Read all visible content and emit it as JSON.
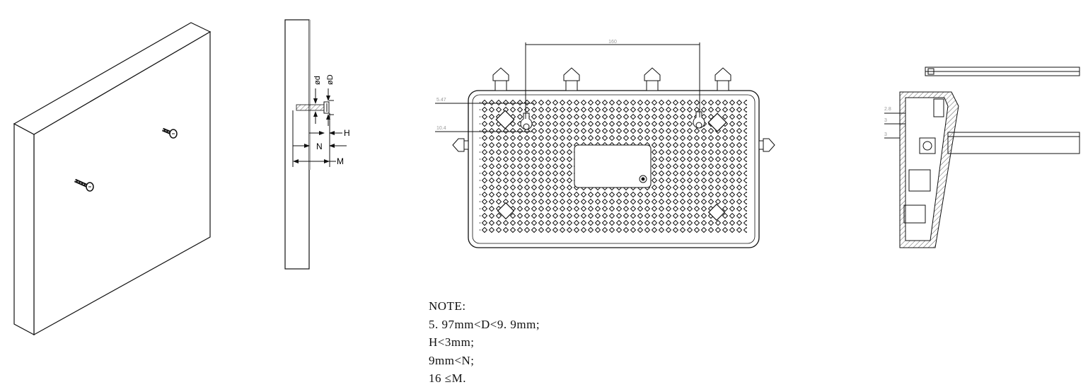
{
  "side_profile": {
    "labels": {
      "d": "ød",
      "D": "øD",
      "H": "H",
      "N": "N",
      "M": "M"
    }
  },
  "bottom_view": {
    "dim_width": "160",
    "dim_top_offset": "5.47",
    "dim_second_offset": "10.4"
  },
  "section_view": {
    "labels": [
      "2.8",
      "3",
      "3"
    ]
  },
  "note": {
    "title": "NOTE:",
    "lines": [
      "5. 97mm<D<9. 9mm;",
      "H<3mm;",
      "9mm<N;",
      "16 ≤M."
    ]
  },
  "colors": {
    "line": "#111111",
    "dim_text": "#9a9a9a",
    "guide": "#b0b0b0"
  }
}
